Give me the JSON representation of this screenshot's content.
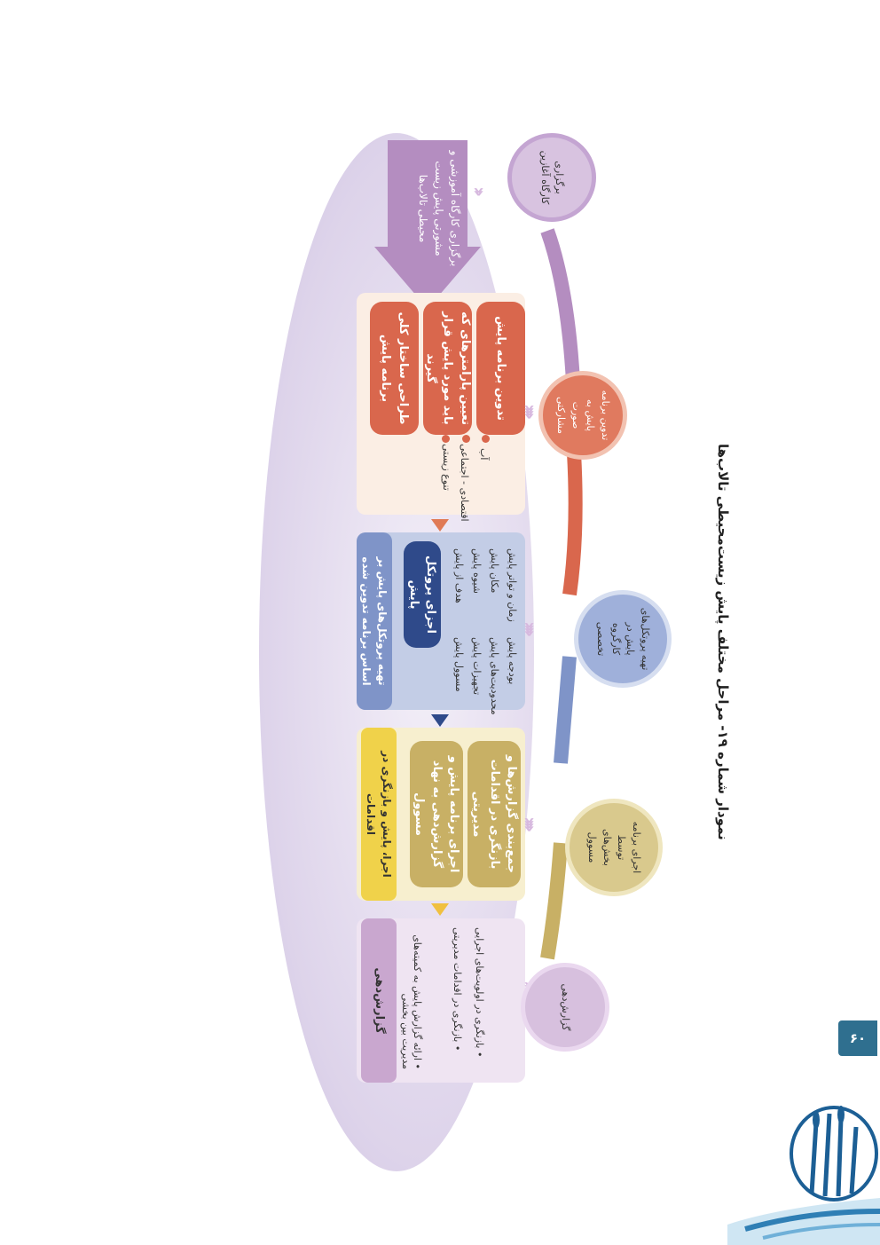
{
  "page_number": "۶۰",
  "caption": "نمودار شماره ۱۹- مراحل مختلف پایش زیست‌محیطی تالاب‌ها",
  "colors": {
    "ellipse": "#d8cfe8",
    "purple": "#a47cb3",
    "orange": "#d9674d",
    "blue": "#7f94c8",
    "navy": "#2f4a8a",
    "olive": "#c8b065",
    "yellow": "#f0d24a",
    "lavender": "#c9a7cf",
    "page_badge": "#2f6f8f"
  },
  "icons": {
    "logo": "wetland-reeds-logo",
    "chevrons": "chevron-right-icon"
  },
  "circles": {
    "start": "برگزاری کارگاه آغازین",
    "design": "تدوین برنامه پایش به صورت مشارکتی",
    "protocol": "تهیه پروتکل‌های پایش در کارگروه تخصصی",
    "implement": "اجرای برنامه توسط بخش‌های مسوول",
    "report": "گزارش‌دهی"
  },
  "top_arrow": "برگزاری کارگاه آموزشی و مشورتی پایش زیست محیطی تالاب‌ها",
  "design_panel": {
    "box1": "طراحی ساختار کلی برنامه پایش",
    "box2": "تعیین پارامترهای که باید مورد پایش قرار گیرند",
    "box3": "تدوین برنامه پایش",
    "branch_items": [
      "تنوع زیستی",
      "اقتصادی - اجتماعی",
      "آب"
    ]
  },
  "protocol_panel": {
    "header": "تهیه پروتکل‌های پایش بر اساس برنامه تدوین شده",
    "sub": "اجزای پروتکل پایش",
    "left_items": [
      "هدف از پایش",
      "شیوه پایش",
      "مکان پایش",
      "زمان و تواتر پایش"
    ],
    "right_items": [
      "مسوول پایش",
      "تجهیزات پایش",
      "محدودیت‌های پایش",
      "بودجه پایش"
    ]
  },
  "implement_panel": {
    "header": "اجرا، پایش و بازنگری در اقدامات",
    "box1": "اجرای برنامه پایش و گزارش‌دهی به نهاد مسوول",
    "box2": "جمع‌بندی گزارش‌ها و بازنگری در اقدامات مدیریتی"
  },
  "report_panel": {
    "header": "گزارش‌دهی",
    "bullets": [
      "ارائه گزارش پایش به کمیته‌های مدیریت بین بخشی",
      "بازنگری در اقدامات مدیریتی",
      "بازنگری در اولویت‌های اجرایی"
    ]
  }
}
